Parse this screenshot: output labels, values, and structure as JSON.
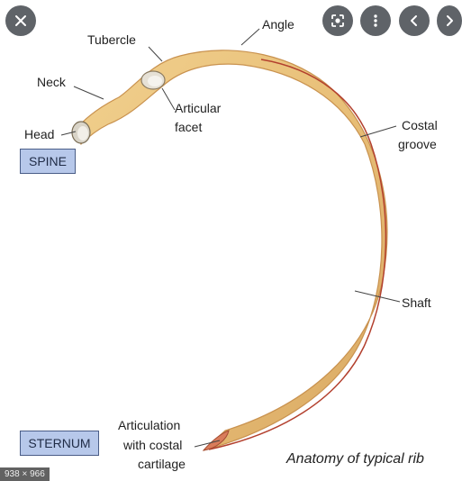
{
  "viewer": {
    "image_dims": "938 × 966",
    "icons": {
      "close": "close-icon",
      "lens": "lens-search-icon",
      "more": "more-vert-icon",
      "prev": "chevron-left-icon",
      "next": "chevron-right-icon"
    }
  },
  "diagram": {
    "labels": {
      "tubercle": "Tubercle",
      "angle": "Angle",
      "neck": "Neck",
      "articular_facet_1": "Articular",
      "articular_facet_2": "facet",
      "head": "Head",
      "costal_groove_1": "Costal",
      "costal_groove_2": "groove",
      "shaft": "Shaft",
      "articulation_1": "Articulation",
      "articulation_2": "with costal",
      "articulation_3": "cartilage"
    },
    "boxes": {
      "spine": "SPINE",
      "sternum": "STERNUM"
    },
    "caption": "Anatomy of typical rib"
  },
  "colors": {
    "bone": "#e8c07a",
    "bone_edge": "#c9924f",
    "groove_line": "#b3402e",
    "box_fill": "#b7c8ea"
  }
}
